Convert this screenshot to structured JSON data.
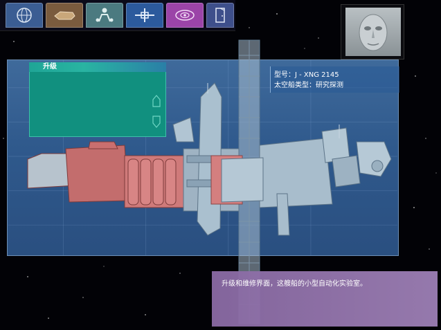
{
  "colors": {
    "panel": "#3a6597",
    "upgrade": "#11907f",
    "desc": "#9578ae",
    "hull_red": "#c66f6f",
    "hull_gray": "#9fb6c7"
  },
  "toolbar": {
    "tabs": [
      {
        "icon": "globe-icon",
        "color": "#3b5d93"
      },
      {
        "icon": "ship-top-icon",
        "color": "#7a5b3e"
      },
      {
        "icon": "crew-icon",
        "color": "#4b7a80"
      },
      {
        "icon": "station-icon",
        "color": "#2c5a9d"
      },
      {
        "icon": "galaxy-icon",
        "color": "#9b44a8"
      },
      {
        "icon": "exit-door-icon",
        "color": "#3e4f8b"
      }
    ]
  },
  "upgrade_panel": {
    "title": "升级"
  },
  "ship_info": {
    "model": "型号：J - XNG 2145",
    "type": "太空船类型：研究探测"
  },
  "description": {
    "text": "升级和维修界面，这艘船的小型自动化实验室。"
  }
}
